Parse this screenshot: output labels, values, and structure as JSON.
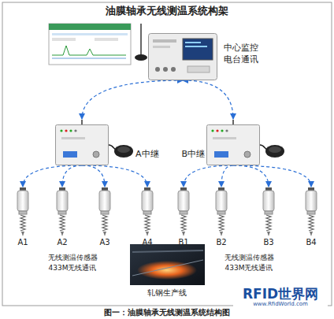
{
  "diagram": {
    "title": "油膜轴承无线测温系统构架",
    "caption": "图一：油膜轴承无线测温系统结构图",
    "nodes": [
      {
        "text": [
          "中心监控 电台通讯"
        ]
      },
      {
        "text": [
          "A中继"
        ]
      },
      {
        "text": [
          "B中继"
        ]
      },
      {
        "text": [
          "A1"
        ]
      },
      {
        "text": [
          "A2"
        ]
      },
      {
        "text": [
          "A3"
        ]
      },
      {
        "text": [
          "A4"
        ]
      },
      {
        "text": [
          "B1"
        ]
      },
      {
        "text": [
          "B2"
        ]
      },
      {
        "text": [
          "B3"
        ]
      },
      {
        "text": [
          "B4"
        ]
      }
    ],
    "edges": [
      {
        "from": 0,
        "to": 1,
        "arrow": "both"
      },
      {
        "from": 0,
        "to": 2,
        "arrow": "both"
      },
      {
        "from": 1,
        "to": 3,
        "arrow": "to"
      },
      {
        "from": 1,
        "to": 4,
        "arrow": "to"
      },
      {
        "from": 1,
        "to": 5,
        "arrow": "to"
      },
      {
        "from": 1,
        "to": 6,
        "arrow": "to"
      },
      {
        "from": 2,
        "to": 7,
        "arrow": "to"
      },
      {
        "from": 2,
        "to": 8,
        "arrow": "to"
      },
      {
        "from": 2,
        "to": 9,
        "arrow": "to"
      },
      {
        "from": 2,
        "to": 10,
        "arrow": "to"
      }
    ],
    "labels": [
      "无线测温传感器 433M无线通讯",
      "无线测温传感器 433M无线通讯",
      "轧钢生产线",
      "RFID世界网",
      "www.RfidWorld.com"
    ]
  }
}
